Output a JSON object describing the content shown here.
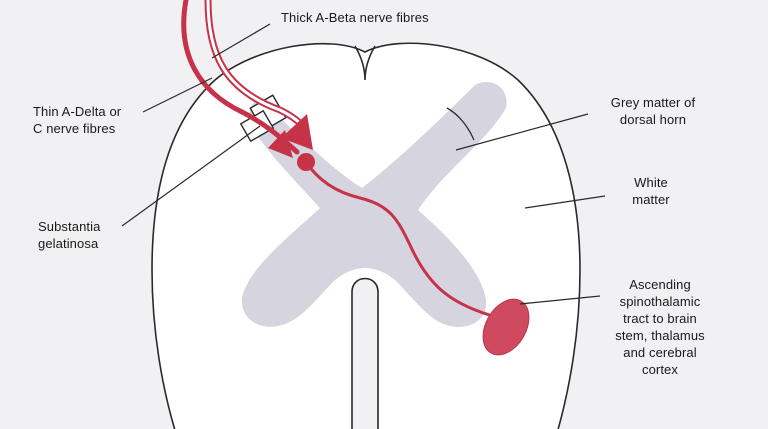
{
  "colors": {
    "background": "#f1f0f2",
    "white_matter": "#ffffff",
    "grey_matter": "#d6d4de",
    "outline": "#2a2a2a",
    "nerve_fibre": "#c63349",
    "spinothalamic_tract": "#cf4a5e"
  },
  "labels": {
    "thick_fibres": "Thick A-Beta nerve fibres",
    "thin_fibres": "Thin A-Delta or\nC nerve fibres",
    "substantia": "Substantia\ngelatinosa",
    "grey_matter": "Grey matter of\ndorsal horn",
    "white_matter": "White\nmatter",
    "ascending_tract": "Ascending\nspinothalamic\ntract to brain\nstem, thalamus\nand cerebral\ncortex"
  }
}
